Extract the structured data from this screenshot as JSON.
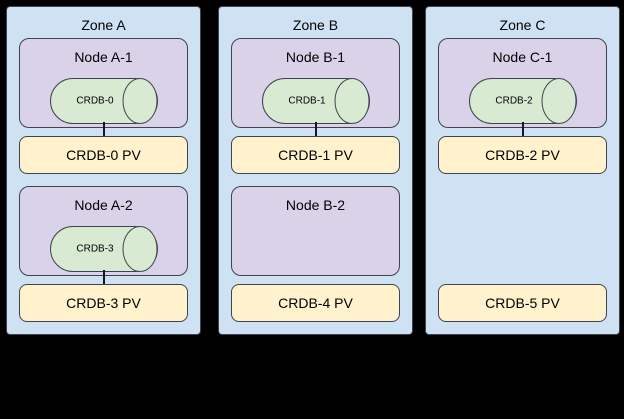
{
  "diagram": {
    "description": "CockroachDB zone / node / persistent-volume topology diagram",
    "background_color": "#000000",
    "colors": {
      "zone_fill": "#cfe2f3",
      "node_fill": "#d9d2e9",
      "pod_fill": "#d9ead3",
      "pv_fill": "#fff2cc",
      "border": "#3f434d",
      "text": "#000000"
    },
    "zones": [
      {
        "title": "Zone A",
        "nodes": [
          {
            "title": "Node A-1",
            "pod": "CRDB-0"
          },
          {
            "title": "Node A-2",
            "pod": "CRDB-3"
          }
        ],
        "pvs": [
          "CRDB-0 PV",
          "CRDB-3 PV"
        ]
      },
      {
        "title": "Zone B",
        "nodes": [
          {
            "title": "Node B-1",
            "pod": "CRDB-1"
          },
          {
            "title": "Node B-2"
          }
        ],
        "pvs": [
          "CRDB-1 PV",
          "CRDB-4 PV"
        ]
      },
      {
        "title": "Zone C",
        "nodes": [
          {
            "title": "Node C-1",
            "pod": "CRDB-2"
          }
        ],
        "pvs": [
          "CRDB-2 PV",
          "CRDB-5 PV"
        ]
      }
    ]
  }
}
